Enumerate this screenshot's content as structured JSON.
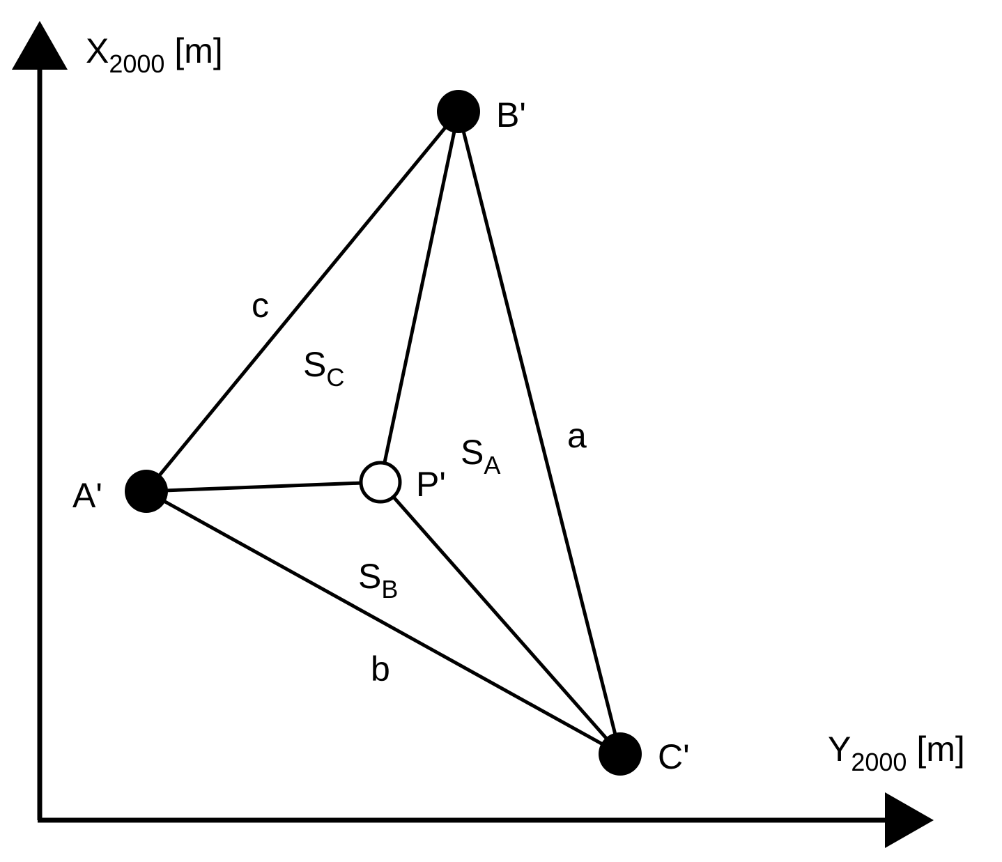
{
  "colors": {
    "line": "#000000",
    "point_fill": "#000000",
    "open_point_fill": "#ffffff",
    "background": "#ffffff"
  },
  "axes": {
    "x_axis": {
      "main": "X",
      "sub": "2000",
      "unit": " [m]"
    },
    "y_axis": {
      "main": "Y",
      "sub": "2000",
      "unit": " [m]"
    }
  },
  "points": {
    "a": "A'",
    "b": "B'",
    "c": "C'",
    "p": "P'"
  },
  "sides": {
    "a": "a",
    "b": "b",
    "c": "c"
  },
  "areas": {
    "sa": {
      "main": "S",
      "sub": "A"
    },
    "sb": {
      "main": "S",
      "sub": "B"
    },
    "sc": {
      "main": "S",
      "sub": "C"
    }
  }
}
